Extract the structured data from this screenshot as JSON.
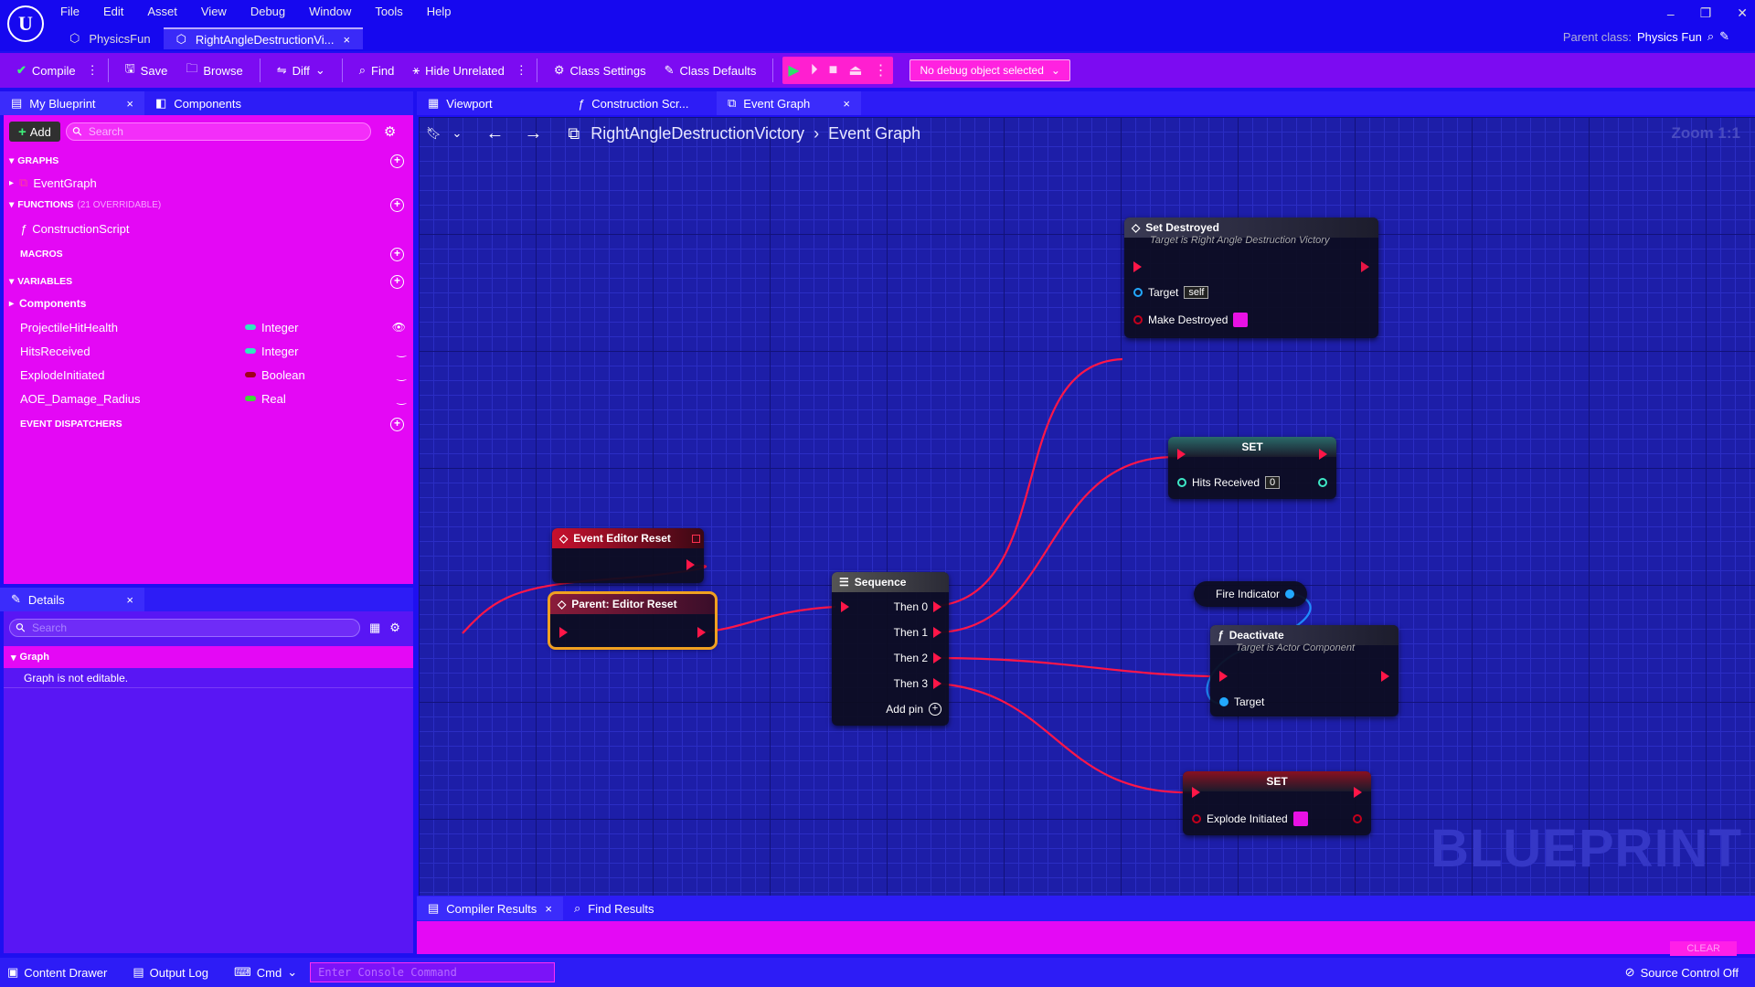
{
  "app": {
    "menu": [
      "File",
      "Edit",
      "Asset",
      "View",
      "Debug",
      "Window",
      "Tools",
      "Help"
    ],
    "doc_tabs": [
      {
        "label": "PhysicsFun"
      },
      {
        "label": "RightAngleDestructionVi..."
      }
    ],
    "parent_class_label": "Parent class:",
    "parent_class_value": "Physics Fun"
  },
  "toolbar": {
    "compile": "Compile",
    "save": "Save",
    "browse": "Browse",
    "diff": "Diff",
    "find": "Find",
    "hide_unrelated": "Hide Unrelated",
    "class_settings": "Class Settings",
    "class_defaults": "Class Defaults",
    "debug_object": "No debug object selected"
  },
  "left_panel": {
    "tabs": [
      "My Blueprint",
      "Components"
    ],
    "add_label": "Add",
    "search_placeholder": "Search",
    "sections": {
      "graphs": "GRAPHS",
      "functions": "FUNCTIONS",
      "functions_sub": "(21 OVERRIDABLE)",
      "macros": "MACROS",
      "variables": "VARIABLES",
      "components": "Components",
      "event_dispatchers": "EVENT DISPATCHERS"
    },
    "graphs": [
      "EventGraph"
    ],
    "functions": [
      "ConstructionScript"
    ],
    "variables": [
      {
        "name": "ProjectileHitHealth",
        "type": "Integer",
        "color": "#2ee8c0"
      },
      {
        "name": "HitsReceived",
        "type": "Integer",
        "color": "#2ee8c0"
      },
      {
        "name": "ExplodeInitiated",
        "type": "Boolean",
        "color": "#a0001a"
      },
      {
        "name": "AOE_Damage_Radius",
        "type": "Real",
        "color": "#40d838"
      }
    ]
  },
  "details": {
    "tab": "Details",
    "search_placeholder": "Search",
    "section": "Graph",
    "message": "Graph is not editable."
  },
  "graph_tabs": [
    "Viewport",
    "Construction Scr...",
    "Event Graph"
  ],
  "graph": {
    "breadcrumb": [
      "RightAngleDestructionVictory",
      "Event Graph"
    ],
    "zoom": "Zoom 1:1",
    "watermark": "BLUEPRINT",
    "nodes": {
      "set_destroyed": {
        "title": "Set Destroyed",
        "subtitle": "Target is Right Angle Destruction Victory",
        "target_label": "Target",
        "target_value": "self",
        "make_destroyed": "Make Destroyed"
      },
      "set_hits": {
        "title": "SET",
        "pin": "Hits Received",
        "value": "0"
      },
      "editor_reset": {
        "title": "Event Editor Reset"
      },
      "parent_reset": {
        "title": "Parent: Editor Reset"
      },
      "sequence": {
        "title": "Sequence",
        "pins": [
          "Then 0",
          "Then 1",
          "Then 2",
          "Then 3"
        ],
        "add_pin": "Add pin"
      },
      "fire_indicator": {
        "title": "Fire Indicator"
      },
      "deactivate": {
        "title": "Deactivate",
        "subtitle": "Target is Actor Component",
        "target": "Target"
      },
      "set_explode": {
        "title": "SET",
        "pin": "Explode Initiated"
      }
    }
  },
  "bottom": {
    "tabs": [
      "Compiler Results",
      "Find Results"
    ],
    "clear": "CLEAR"
  },
  "status": {
    "content_drawer": "Content Drawer",
    "output_log": "Output Log",
    "cmd": "Cmd",
    "console_placeholder": "Enter Console Command",
    "source_control": "Source Control Off"
  }
}
